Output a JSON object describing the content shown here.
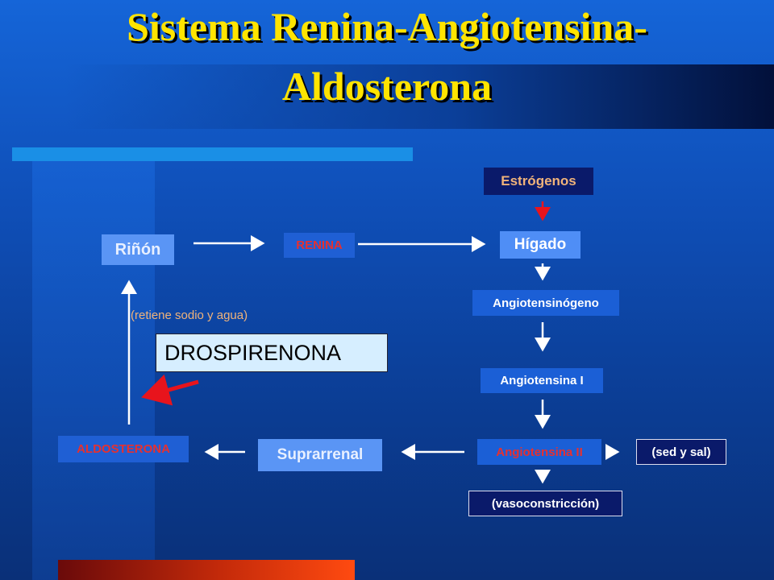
{
  "title": {
    "line1": "Sistema Renina-Angiotensina-",
    "line2": "Aldosterona"
  },
  "nodes": {
    "estrogenos": "Estrógenos",
    "higado": "Hígado",
    "rinon": "Riñón",
    "renina": "RENINA",
    "angiotensinogeno": "Angiotensinógeno",
    "retiene": "(retiene sodio y agua)",
    "drospirenona": "DROSPIRENONA",
    "angiotensina_i": "Angiotensina I",
    "aldosterona": "ALDOSTERONA",
    "suprarrenal": "Suprarrenal",
    "angiotensina_ii": "Angiotensina II",
    "sed_sal": "(sed y sal)",
    "vasoconstriccion": "(vasoconstricción)"
  },
  "colors": {
    "title": "#ffe400",
    "inhibit_arrow": "#e8141c",
    "flow_arrow": "#ffffff",
    "accent_text": "#f0b37a",
    "alert_text": "#e63030"
  },
  "icons": {
    "flow_arrow": "arrow-icon",
    "inhibition": "red-arrow-icon"
  }
}
